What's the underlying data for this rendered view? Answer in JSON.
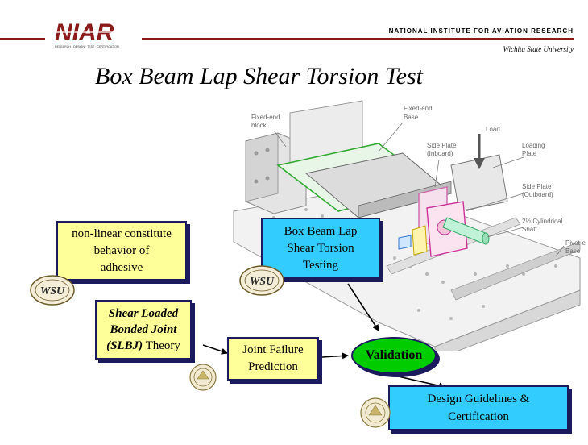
{
  "header": {
    "logo_text": "NIAR",
    "logo_tagline": "RESEARCH · DESIGN · TEST · CERTIFICATION",
    "institute": "NATIONAL INSTITUTE FOR AVIATION RESEARCH",
    "university": "Wichita State University"
  },
  "title": "Box Beam Lap Shear Torsion Test",
  "drawing_labels": {
    "fixed_end_block": [
      "Fixed-end",
      "block"
    ],
    "fixed_end_base": [
      "Fixed-end",
      "Base"
    ],
    "load": "Load",
    "side_plate_inboard": [
      "Side Plate",
      "(Inboard)"
    ],
    "loading_plate": [
      "Loading",
      "Plate"
    ],
    "side_plate_outboard": [
      "Side Plate",
      "(Outboard)"
    ],
    "shaft": [
      "2½ Cylindrical",
      "Shaft"
    ],
    "pivot_base": [
      "Pivot-e",
      "Base"
    ]
  },
  "boxes": {
    "nonlinear": [
      "non-linear constitute",
      "behavior of",
      "adhesive"
    ],
    "slbj_italic": "Shear Loaded Bonded Joint (SLBJ)",
    "slbj_lines": [
      "Shear Loaded",
      "Bonded Joint"
    ],
    "slbj_prefix": "(SLBJ)",
    "slbj_suffix": " Theory",
    "box_beam": [
      "Box Beam Lap",
      "Shear Torsion",
      "Testing"
    ],
    "joint_failure": [
      "Joint Failure",
      "Prediction"
    ],
    "validation": "Validation",
    "design": [
      "Design Guidelines &",
      "Certification"
    ]
  },
  "seal_text": "WSU",
  "colors": {
    "header_rule": "#8b1a1a",
    "yellow_box": "#ffff99",
    "cyan_box": "#33ccff",
    "validation_green": "#00cc00",
    "box_border": "#1a1a5c"
  }
}
